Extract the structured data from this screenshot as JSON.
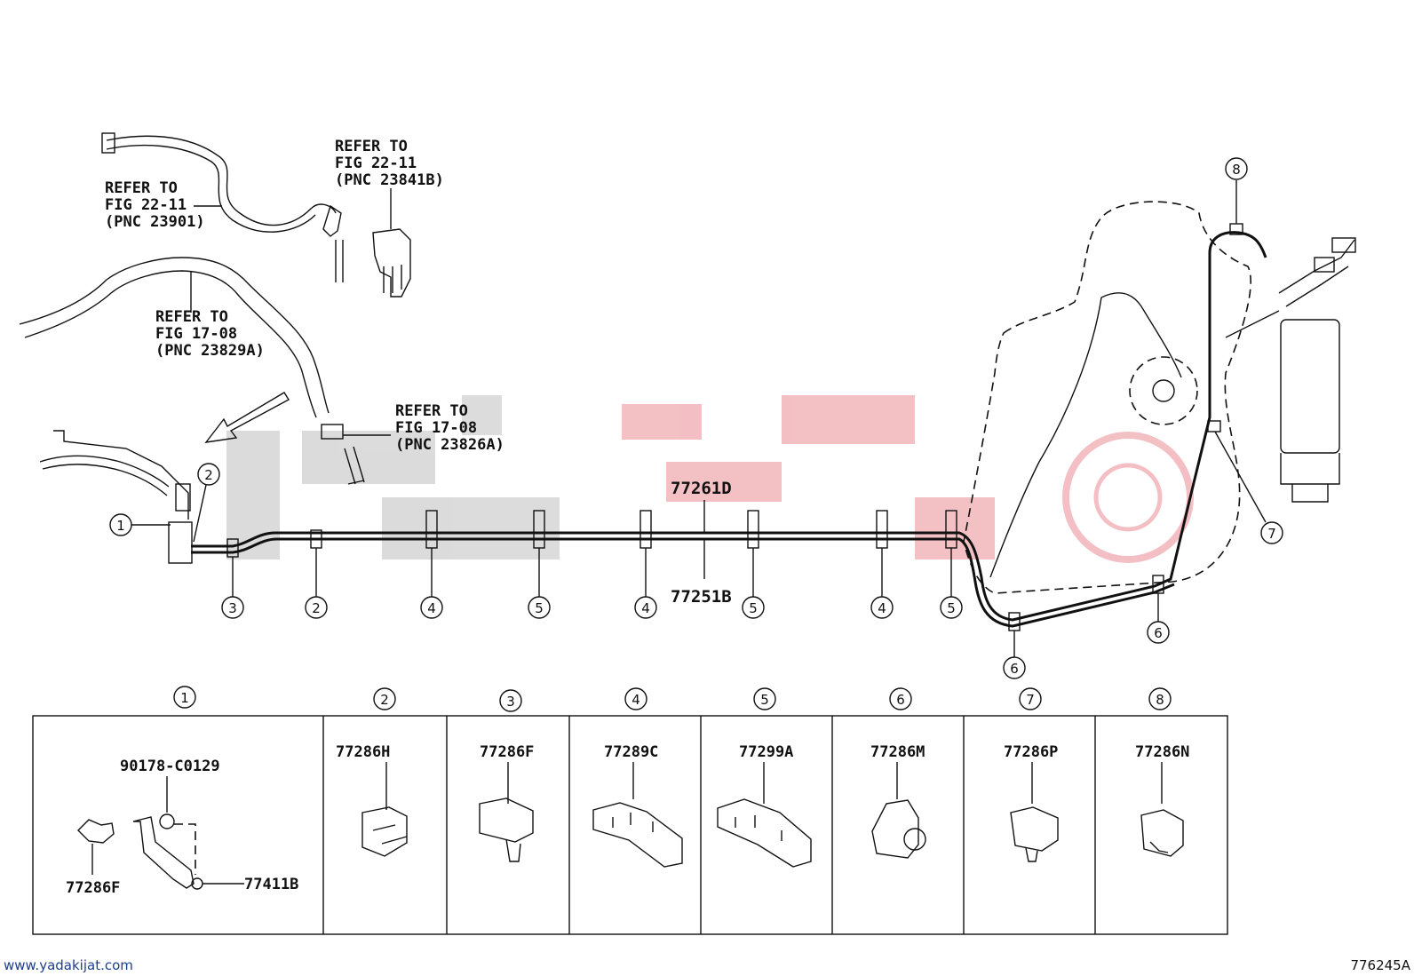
{
  "refs": {
    "r1": [
      "REFER TO",
      "FIG 22-11",
      "(PNC 23841B)"
    ],
    "r2": [
      "REFER TO",
      "FIG 22-11",
      "(PNC 23901)"
    ],
    "r3": [
      "REFER TO",
      "FIG 17-08",
      "(PNC 23829A)"
    ],
    "r4": [
      "REFER TO",
      "FIG 17-08",
      "(PNC 23826A)"
    ]
  },
  "main": {
    "upper_pipe": "77261D",
    "lower_pipe": "77251B",
    "callouts_left": [
      "1",
      "2"
    ],
    "clamp_row": [
      "3",
      "2",
      "4",
      "5",
      "4",
      "5",
      "4",
      "5"
    ],
    "callouts_right": [
      "8",
      "7",
      "6",
      "6"
    ]
  },
  "table": {
    "headers": [
      "1",
      "2",
      "3",
      "4",
      "5",
      "6",
      "7",
      "8"
    ],
    "cell1": {
      "bolt": "90178-C0129",
      "clamp": "77286F",
      "bracket": "77411B"
    },
    "parts": [
      "77286H",
      "77286F",
      "77289C",
      "77299A",
      "77286M",
      "77286P",
      "77286N"
    ]
  },
  "footer": {
    "website": "www.yadakijat.com",
    "diagram_id": "776245A"
  },
  "colors": {
    "line": "#111111",
    "watermark_red": "#e05561",
    "watermark_gray": "#d8d8d8",
    "link": "#1d3f8f"
  }
}
